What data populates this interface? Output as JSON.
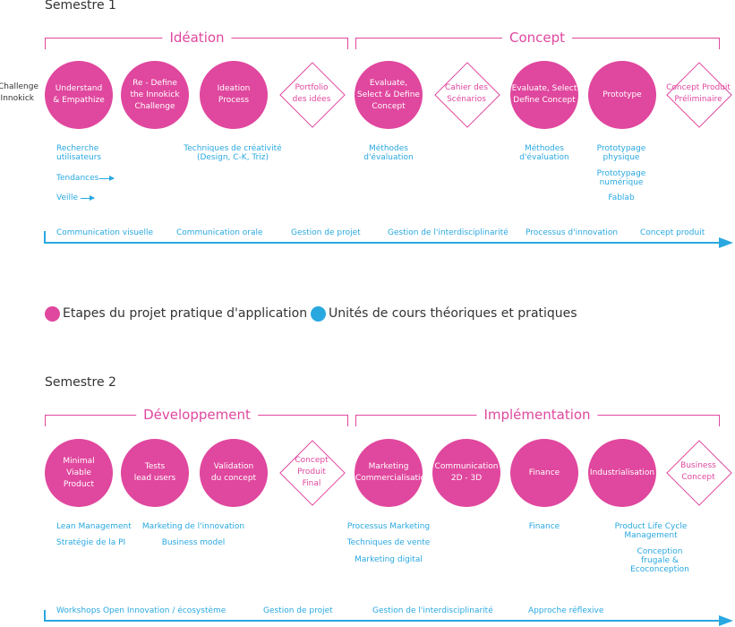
{
  "semester1": {
    "title": "Semestre 1",
    "phase1": "Idéation",
    "phase2": "Concept",
    "side_label": "Challenge\nInnokick",
    "steps": [
      {
        "label": "Understand\n& Empathize",
        "shape": "circle"
      },
      {
        "label": "Re - Define\nthe Innokick\nChallenge",
        "shape": "circle"
      },
      {
        "label": "Ideation\nProcess",
        "shape": "circle"
      },
      {
        "label": "Portfolio\ndes idées",
        "shape": "diamond"
      },
      {
        "label": "Evaluate,\nSelect & Define\nConcept",
        "shape": "circle"
      },
      {
        "label": "Cahier des\nScénarios",
        "shape": "diamond"
      },
      {
        "label": "Evaluate, Select\nDefine Concept",
        "shape": "circle"
      },
      {
        "label": "Prototype",
        "shape": "circle"
      },
      {
        "label": "Concept Produit\nPréliminaire",
        "shape": "diamond"
      }
    ],
    "units": [
      "Recherche\nutilisateurs",
      "Tendances",
      "Veille",
      "Techniques de créativité\n(Design, C-K, Triz)",
      "Méthodes\nd'évaluation",
      "Méthodes\nd'évaluation",
      "Prototypage\nphysique",
      "Prototypage\nnumérique",
      "Fablab"
    ],
    "timeline": [
      "Communication visuelle",
      "Communication orale",
      "Gestion de projet",
      "Gestion de l'interdisciplinarité",
      "Processus d'innovation",
      "Concept produit"
    ]
  },
  "legend": {
    "item1": "Etapes du projet pratique d'application",
    "item2": "Unités de cours théoriques et pratiques",
    "color1": "#e0479e",
    "color2": "#29a8e0"
  },
  "semester2": {
    "title": "Semestre 2",
    "phase1": "Développement",
    "phase2": "Implémentation",
    "steps": [
      {
        "label": "Minimal\nViable\nProduct",
        "shape": "circle"
      },
      {
        "label": "Tests\nlead users",
        "shape": "circle"
      },
      {
        "label": "Validation\ndu concept",
        "shape": "circle"
      },
      {
        "label": "Concept\nProduit\nFinal",
        "shape": "diamond"
      },
      {
        "label": "Marketing\nCommercialisation",
        "shape": "circle"
      },
      {
        "label": "Communication\n2D - 3D",
        "shape": "circle"
      },
      {
        "label": "Finance",
        "shape": "circle"
      },
      {
        "label": "Industrialisation",
        "shape": "circle"
      },
      {
        "label": "Business\nConcept",
        "shape": "diamond"
      }
    ],
    "units": [
      "Lean Management",
      "Stratégie de la PI",
      "Marketing de l'innovation",
      "Business model",
      "Processus Marketing",
      "Techniques de vente",
      "Marketing digital",
      "Finance",
      "Product Life Cycle Management",
      "Conception frugale & Ecoconception"
    ],
    "timeline": [
      "Workshops Open Innovation / écosystème",
      "Gestion de projet",
      "Gestion de l'interdisciplinarité",
      "Approche réflexive"
    ]
  }
}
